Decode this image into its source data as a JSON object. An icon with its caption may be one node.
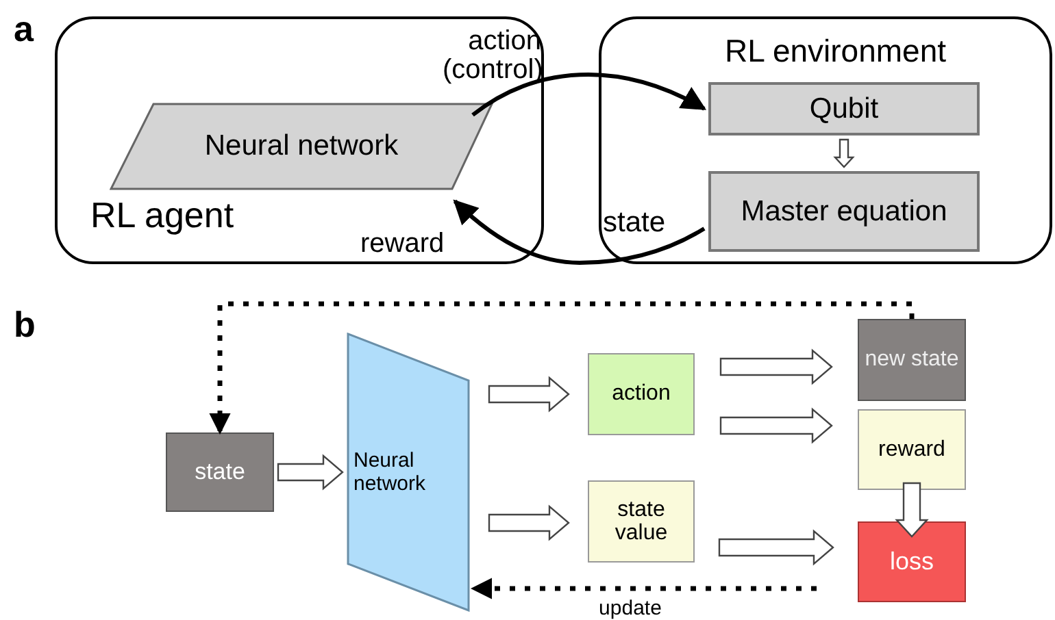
{
  "diagram": {
    "nodes": [
      {
        "text": [
          "RL agent"
        ]
      },
      {
        "text": [
          "Neural network"
        ],
        "in": 0
      },
      {
        "text": [
          "RL environment"
        ]
      },
      {
        "text": [
          "Qubit"
        ],
        "in": 2
      },
      {
        "text": [
          "Master equation"
        ],
        "in": 2
      },
      {
        "text": [
          "state"
        ]
      },
      {
        "text": [
          "Neural network"
        ]
      },
      {
        "text": [
          "action"
        ]
      },
      {
        "text": [
          "state value"
        ]
      },
      {
        "text": [
          "new state"
        ]
      },
      {
        "text": [
          "reward"
        ]
      },
      {
        "text": [
          "loss"
        ]
      }
    ],
    "edges": [
      {
        "from": 1,
        "to": 3,
        "arrow": "to",
        "label": "action (control)"
      },
      {
        "from": 4,
        "to": 1,
        "arrow": "to",
        "label": "state"
      },
      {
        "from": 3,
        "to": 4,
        "arrow": "to",
        "style": "thick"
      },
      {
        "from": 9,
        "to": 5,
        "arrow": "to",
        "style": "dashed"
      },
      {
        "from": 5,
        "to": 6,
        "arrow": "to",
        "style": "thick"
      },
      {
        "from": 6,
        "to": 7,
        "arrow": "to",
        "style": "thick"
      },
      {
        "from": 6,
        "to": 8,
        "arrow": "to",
        "style": "thick"
      },
      {
        "from": 7,
        "to": 9,
        "arrow": "to",
        "style": "thick"
      },
      {
        "from": 7,
        "to": 10,
        "arrow": "to",
        "style": "thick"
      },
      {
        "from": 8,
        "to": 11,
        "arrow": "to",
        "style": "thick"
      },
      {
        "from": 10,
        "to": 11,
        "arrow": "to",
        "style": "thick"
      },
      {
        "from": 11,
        "to": 6,
        "arrow": "to",
        "label": "update",
        "style": "dashed"
      }
    ],
    "labels": [
      "a",
      "reward",
      "b"
    ]
  }
}
